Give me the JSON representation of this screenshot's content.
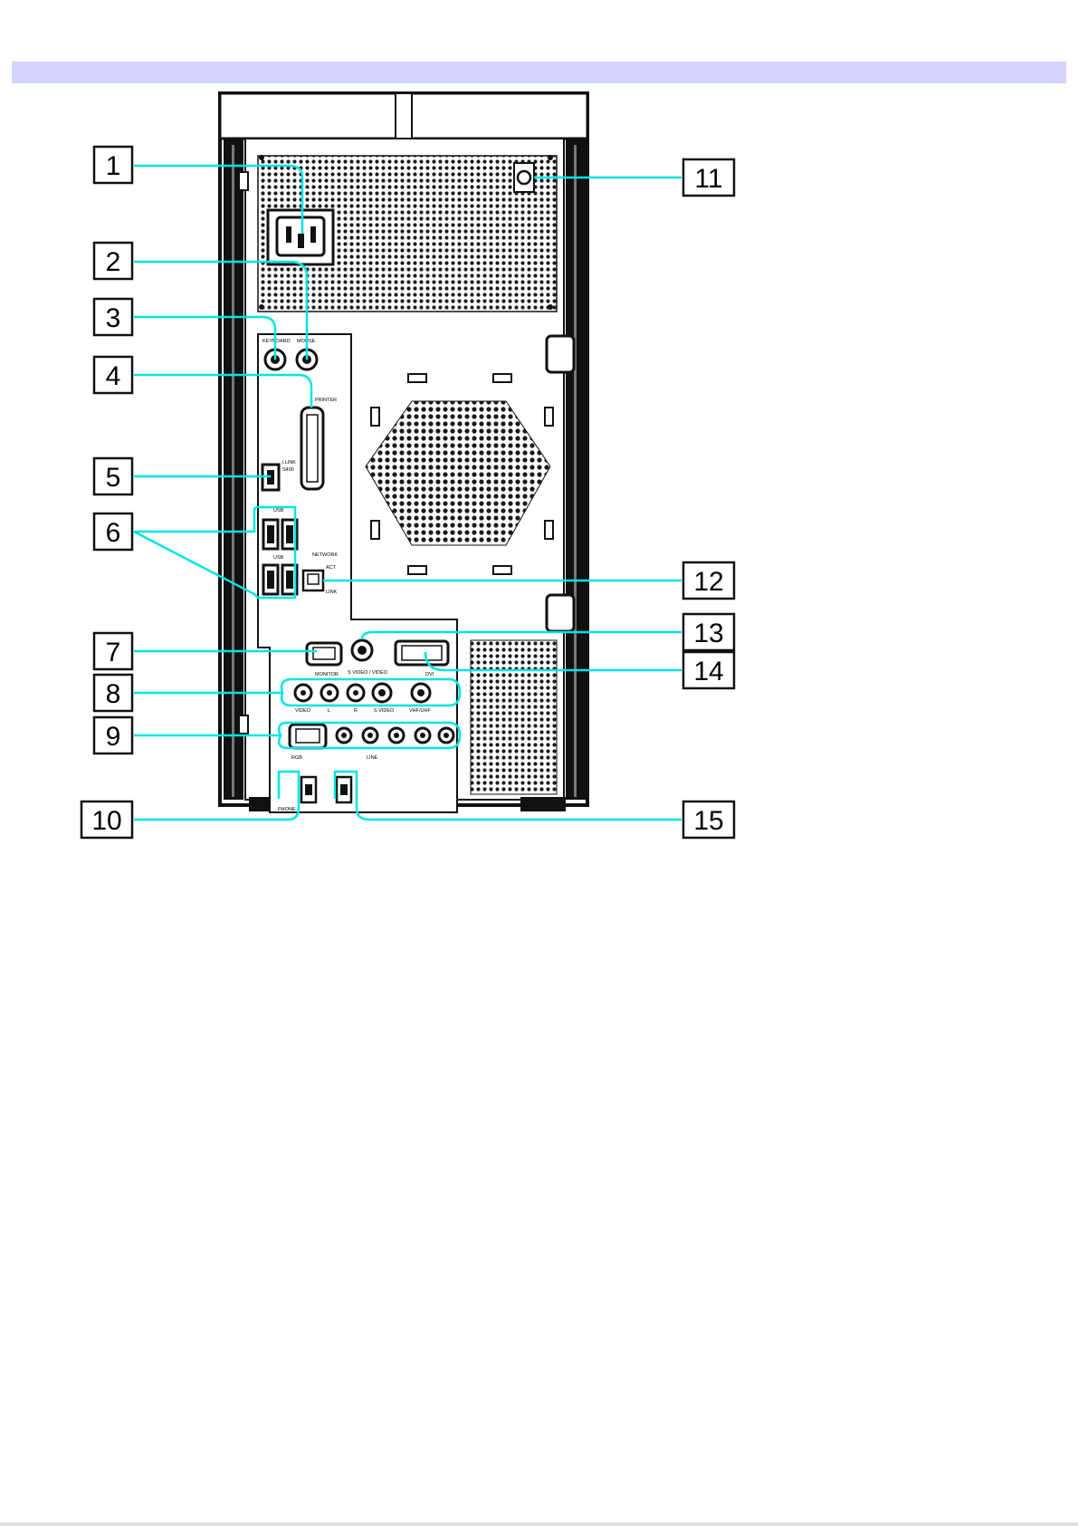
{
  "header": {
    "bar_color": "#d4d4fc"
  },
  "callouts": [
    {
      "id": "1",
      "line_color": "#00e5e5"
    },
    {
      "id": "2",
      "line_color": "#00e5e5"
    },
    {
      "id": "3",
      "line_color": "#00e5e5"
    },
    {
      "id": "4",
      "line_color": "#00e5e5"
    },
    {
      "id": "5",
      "line_color": "#00e5e5"
    },
    {
      "id": "6",
      "line_color": "#00e5e5"
    },
    {
      "id": "7",
      "line_color": "#00e5e5"
    },
    {
      "id": "8",
      "line_color": "#00e5e5"
    },
    {
      "id": "9",
      "line_color": "#00e5e5"
    },
    {
      "id": "10",
      "line_color": "#00e5e5"
    },
    {
      "id": "11",
      "line_color": "#00e5e5"
    },
    {
      "id": "12",
      "line_color": "#00e5e5"
    },
    {
      "id": "13",
      "line_color": "#00e5e5"
    },
    {
      "id": "14",
      "line_color": "#00e5e5"
    },
    {
      "id": "15",
      "line_color": "#00e5e5"
    }
  ],
  "panel_labels": {
    "keyboard": "KEYBOARD",
    "mouse": "MOUSE",
    "printer": "PRINTER",
    "ilink": "i.LINK",
    "ilink_speed": "S400",
    "usb": "USB",
    "usb2": "USB",
    "network": "NETWORK",
    "act": "ACT",
    "link": "LINK",
    "monitor": "MONITOR",
    "svideo_out": "S VIDEO / VIDEO",
    "dvi": "DVI",
    "av_video": "VIDEO",
    "av_l": "L",
    "av_r": "R",
    "svideo_in": "S VIDEO",
    "vhf": "VHF/UHF",
    "rgb": "RGB",
    "line": "LINE",
    "phone": "PHONE"
  },
  "colors": {
    "accent": "#00e5e5",
    "chassis": "#111111"
  }
}
